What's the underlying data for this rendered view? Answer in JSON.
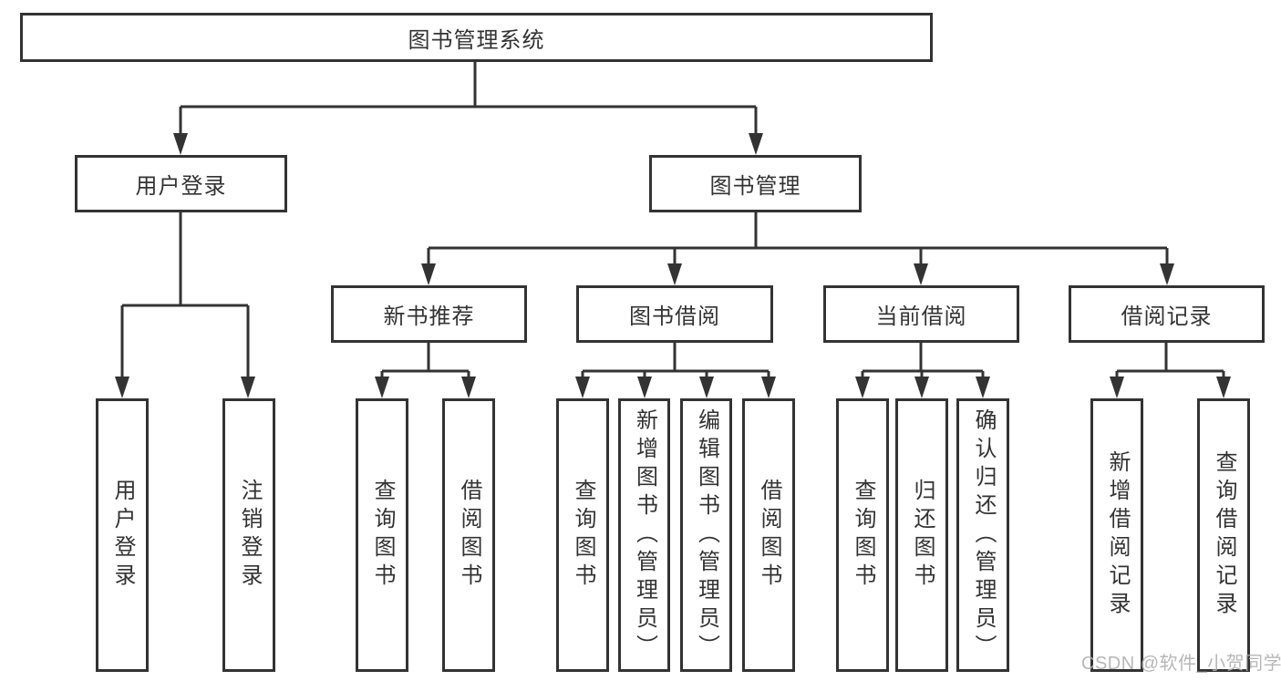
{
  "diagram_title": "图书管理系统",
  "colors": {
    "line": "#333333",
    "text": "#333333",
    "box_background": "#ffffff",
    "watermark": "#b0b0b0"
  },
  "tree": {
    "root": {
      "label": "图书管理系统",
      "children": [
        {
          "label": "用户登录",
          "children": [
            {
              "label": "用户登录"
            },
            {
              "label": "注销登录"
            }
          ]
        },
        {
          "label": "图书管理",
          "children": [
            {
              "label": "新书推荐",
              "children": [
                {
                  "label": "查询图书"
                },
                {
                  "label": "借阅图书"
                }
              ]
            },
            {
              "label": "图书借阅",
              "children": [
                {
                  "label": "查询图书"
                },
                {
                  "label": "新增图书（管理员）"
                },
                {
                  "label": "编辑图书（管理员）"
                },
                {
                  "label": "借阅图书"
                }
              ]
            },
            {
              "label": "当前借阅",
              "children": [
                {
                  "label": "查询图书"
                },
                {
                  "label": "归还图书"
                },
                {
                  "label": "确认归还（管理员）"
                }
              ]
            },
            {
              "label": "借阅记录",
              "children": [
                {
                  "label": "新增借阅记录"
                },
                {
                  "label": "查询借阅记录"
                }
              ]
            }
          ]
        }
      ]
    }
  },
  "watermark": "CSDN @软件_小贺同学"
}
